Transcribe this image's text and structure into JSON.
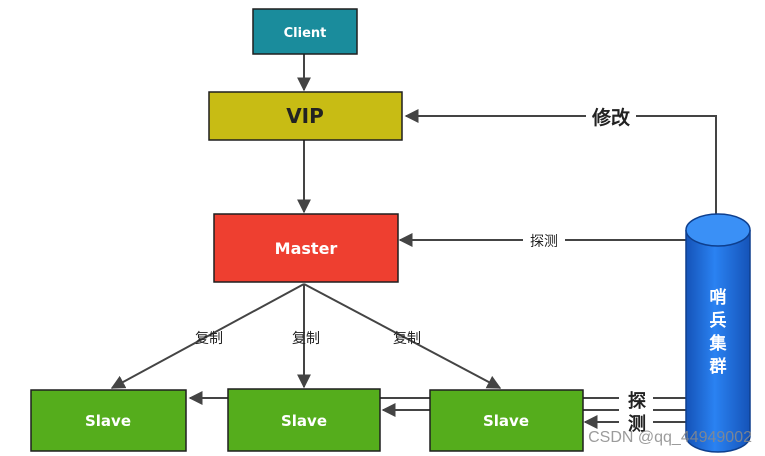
{
  "nodes": {
    "client": {
      "label": "Client",
      "fill": "#1a8c9c"
    },
    "vip": {
      "label": "VIP",
      "fill": "#c8bc14"
    },
    "master": {
      "label": "Master",
      "fill": "#ee3f30"
    },
    "slave1": {
      "label": "Slave",
      "fill": "#55ad1c"
    },
    "slave2": {
      "label": "Slave",
      "fill": "#55ad1c"
    },
    "slave3": {
      "label": "Slave",
      "fill": "#55ad1c"
    },
    "sentinel": {
      "label_chars": [
        "哨",
        "兵",
        "集",
        "群"
      ],
      "fill": "#1e72e8"
    }
  },
  "edge_labels": {
    "modify": "修改",
    "probe_master": "探测",
    "replicate_1": "复制",
    "replicate_2": "复制",
    "replicate_3": "复制",
    "probe_slaves_top": "探",
    "probe_slaves_bottom": "测"
  },
  "watermark": "CSDN @qq_44949002"
}
